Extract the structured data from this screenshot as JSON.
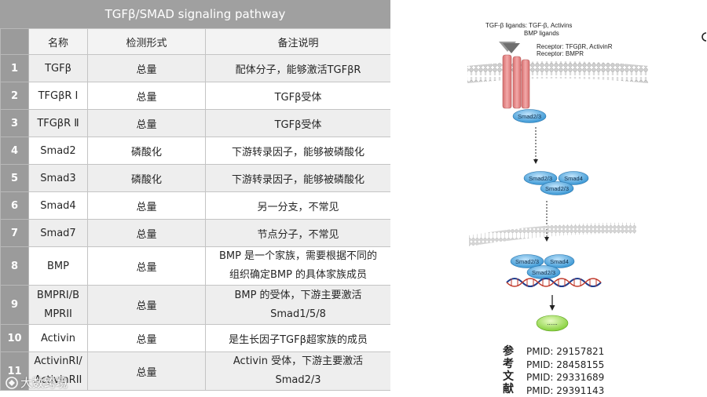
{
  "table": {
    "title": "TGFβ/SMAD signaling pathway",
    "headers": [
      "",
      "名称",
      "检测形式",
      "备注说明"
    ],
    "rows": [
      {
        "num": "1",
        "name": [
          "TGFβ"
        ],
        "form": "总量",
        "note": [
          "配体分子，能够激活TGFβR"
        ]
      },
      {
        "num": "2",
        "name": [
          "TFGβR Ⅰ"
        ],
        "form": "总量",
        "note": [
          "TGFβ受体"
        ]
      },
      {
        "num": "3",
        "name": [
          "TFGβR Ⅱ"
        ],
        "form": "总量",
        "note": [
          "TGFβ受体"
        ]
      },
      {
        "num": "4",
        "name": [
          "Smad2"
        ],
        "form": "磷酸化",
        "note": [
          "下游转录因子，能够被磷酸化"
        ]
      },
      {
        "num": "5",
        "name": [
          "Smad3"
        ],
        "form": "磷酸化",
        "note": [
          "下游转录因子，能够被磷酸化"
        ]
      },
      {
        "num": "6",
        "name": [
          "Smad4"
        ],
        "form": "总量",
        "note": [
          "另一分支，不常见"
        ]
      },
      {
        "num": "7",
        "name": [
          "Smad7"
        ],
        "form": "总量",
        "note": [
          "节点分子，不常见"
        ]
      },
      {
        "num": "8",
        "name": [
          "BMP"
        ],
        "form": "总量",
        "note": [
          "BMP 是一个家族，需要根据不同的",
          "组织确定BMP 的具体家族成员"
        ]
      },
      {
        "num": "9",
        "name": [
          "BMPRI/B",
          "MPRII"
        ],
        "form": "总量",
        "note": [
          "BMP 的受体，下游主要激活",
          "Smad1/5/8"
        ]
      },
      {
        "num": "10",
        "name": [
          "Activin"
        ],
        "form": "总量",
        "note": [
          "是生长因子TGFβ超家族的成员"
        ]
      },
      {
        "num": "11",
        "name": [
          "ActivinRI/",
          "ActivinRII"
        ],
        "form": "总量",
        "note": [
          "Activin 受体，下游主要激活",
          "Smad2/3"
        ]
      }
    ]
  },
  "diagram": {
    "ligands_label_1": "TGF-β ligands: TGF-β, Activins",
    "ligands_label_2": "BMP ligands",
    "receptor_label_1": "Receptor: TFGβR, ActivinR",
    "receptor_label_2": "Receptor: BMPR",
    "smad23_label": "Smad2/3",
    "complex_smad23_label": "Smad2/3",
    "complex_smad4_label": "Smad4",
    "complex_smad23b_label": "Smad2/3",
    "nuclear_smad23_label": "Smad2/3",
    "nuclear_smad4_label": "Smad4",
    "nuclear_smad23b_label": "Smad2/3",
    "target_label": "......",
    "colors": {
      "receptor": "#e88a8a",
      "smad": "#4aa3d9",
      "target": "#9ed84a",
      "dna_blue": "#1f3c8c",
      "dna_red": "#c0392b"
    }
  },
  "references": {
    "label": [
      "参",
      "考",
      "文",
      "献"
    ],
    "pmids": [
      "PMID: 29157821",
      "PMID: 28458155",
      "PMID: 29331689",
      "PMID: 29391143"
    ]
  },
  "watermark": {
    "text": "大数跨境",
    "icon": "watermark-logo-icon"
  }
}
